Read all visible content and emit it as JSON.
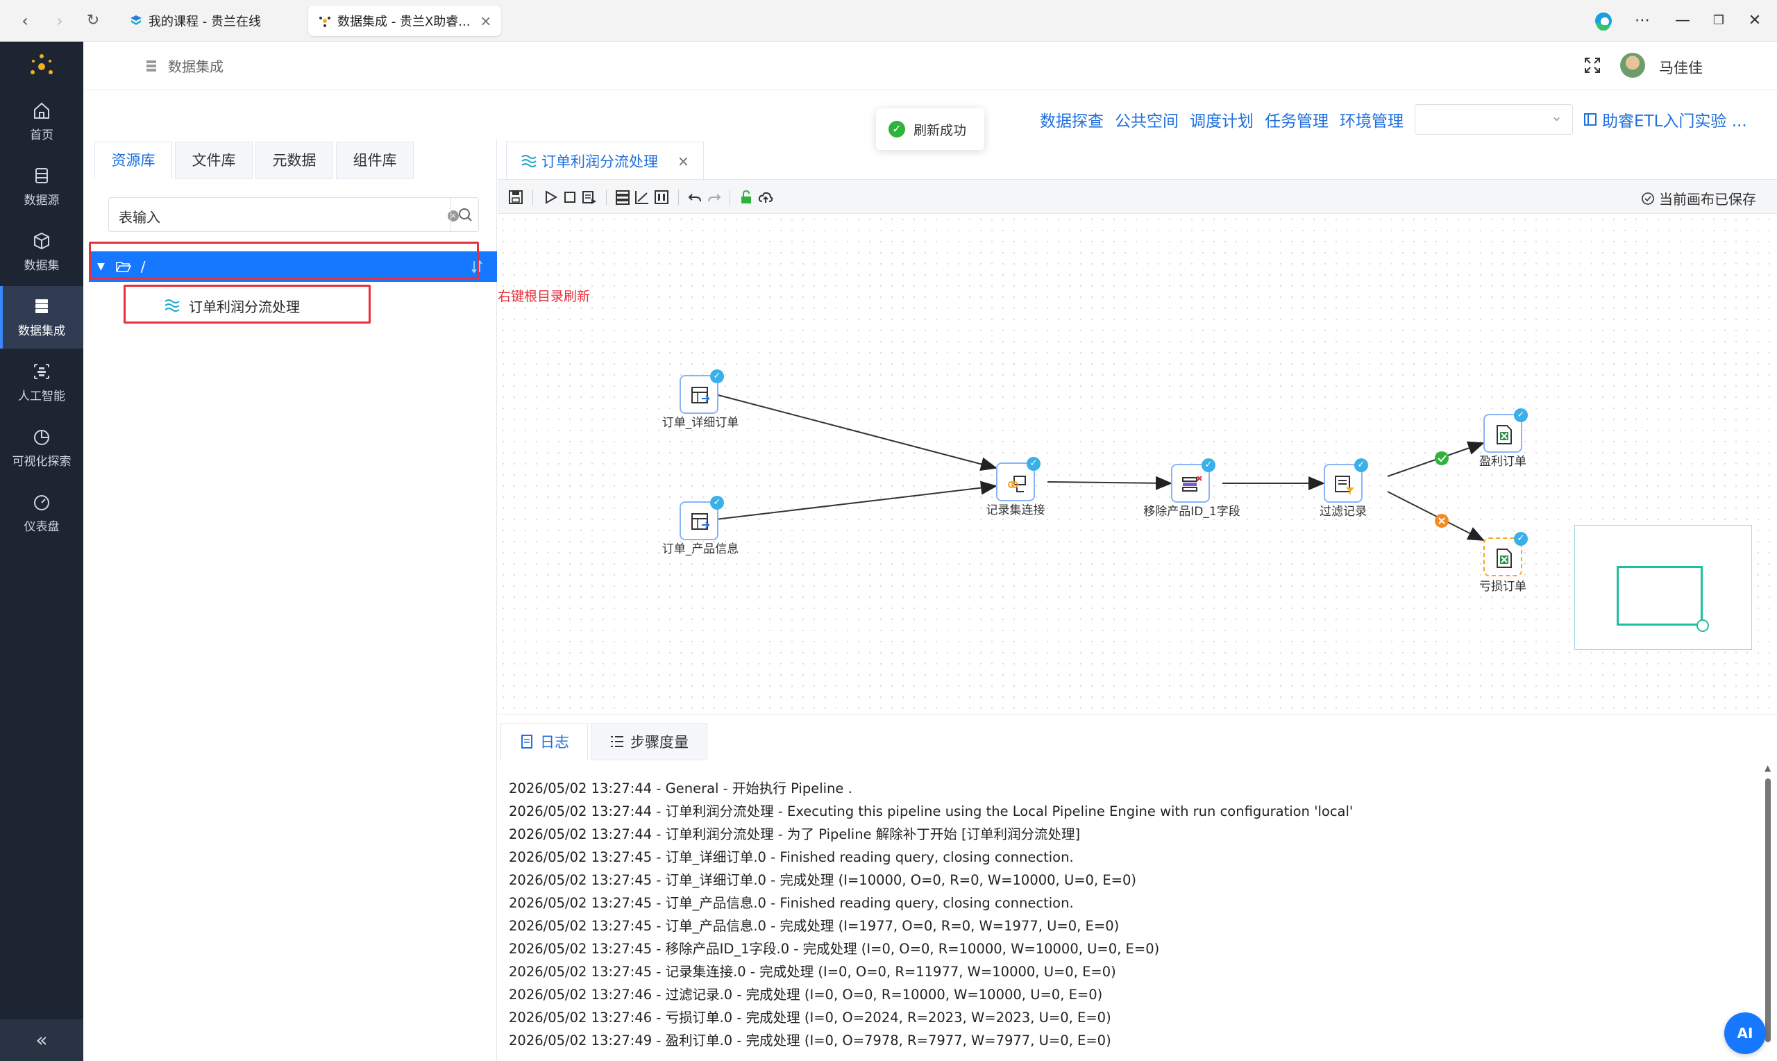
{
  "browser": {
    "tabs": [
      {
        "label": "我的课程 - 贵兰在线"
      },
      {
        "label": "数据集成 - 贵兰X助睿..."
      }
    ]
  },
  "sidebar": {
    "items": [
      {
        "label": "首页",
        "icon": "home-icon"
      },
      {
        "label": "数据源",
        "icon": "datasource-icon"
      },
      {
        "label": "数据集",
        "icon": "dataset-icon"
      },
      {
        "label": "数据集成",
        "icon": "integration-icon"
      },
      {
        "label": "人工智能",
        "icon": "ai-icon"
      },
      {
        "label": "可视化探索",
        "icon": "chart-pie-icon"
      },
      {
        "label": "仪表盘",
        "icon": "dashboard-icon"
      }
    ],
    "collapse": "«"
  },
  "header": {
    "breadcrumb": "数据集成",
    "user": "马佳佳"
  },
  "topmenu": {
    "items": [
      "数据探查",
      "公共空间",
      "调度计划",
      "任务管理",
      "环境管理"
    ],
    "select_value": "",
    "guide": "助睿ETL入门实验 ..."
  },
  "toast": {
    "message": "刷新成功"
  },
  "left_panel": {
    "tabs": [
      "资源库",
      "文件库",
      "元数据",
      "组件库"
    ],
    "search_value": "表输入",
    "tree_root": "/",
    "tree_child": "订单利润分流处理"
  },
  "editor": {
    "tab_label": "订单利润分流处理",
    "close": "×",
    "saved_status": "当前画布已保存",
    "note": "右键根目录刷新",
    "nodes": {
      "detail_orders": "订单_详细订单",
      "product_info": "订单_产品信息",
      "join": "记录集连接",
      "remove_field": "移除产品ID_1字段",
      "filter": "过滤记录",
      "profit": "盈利订单",
      "loss": "亏损订单"
    }
  },
  "log": {
    "tabs": [
      "日志",
      "步骤度量"
    ],
    "lines": [
      "2026/05/02 13:27:44 - General - 开始执行 Pipeline .",
      "2026/05/02 13:27:44 - 订单利润分流处理 - Executing this pipeline using the Local Pipeline Engine with run configuration 'local'",
      "2026/05/02 13:27:44 - 订单利润分流处理 - 为了 Pipeline 解除补丁开始 [订单利润分流处理]",
      "2026/05/02 13:27:45 - 订单_详细订单.0 - Finished reading query, closing connection.",
      "2026/05/02 13:27:45 - 订单_详细订单.0 - 完成处理 (I=10000, O=0, R=0, W=10000, U=0, E=0)",
      "2026/05/02 13:27:45 - 订单_产品信息.0 - Finished reading query, closing connection.",
      "2026/05/02 13:27:45 - 订单_产品信息.0 - 完成处理 (I=1977, O=0, R=0, W=1977, U=0, E=0)",
      "2026/05/02 13:27:45 - 移除产品ID_1字段.0 - 完成处理 (I=0, O=0, R=10000, W=10000, U=0, E=0)",
      "2026/05/02 13:27:45 - 记录集连接.0 - 完成处理 (I=0, O=0, R=11977, W=10000, U=0, E=0)",
      "2026/05/02 13:27:46 - 过滤记录.0 - 完成处理 (I=0, O=0, R=10000, W=10000, U=0, E=0)",
      "2026/05/02 13:27:46 - 亏损订单.0 - 完成处理 (I=0, O=2024, R=2023, W=2023, U=0, E=0)",
      "2026/05/02 13:27:49 - 盈利订单.0 - 完成处理 (I=0, O=7978, R=7977, W=7977, U=0, E=0)"
    ]
  },
  "ai_button": "AI",
  "colors": {
    "accent": "#1677ff",
    "sidebar_bg": "#1d2533",
    "highlight": "#e6303a",
    "success": "#2fb33a",
    "error": "#f5891f"
  }
}
